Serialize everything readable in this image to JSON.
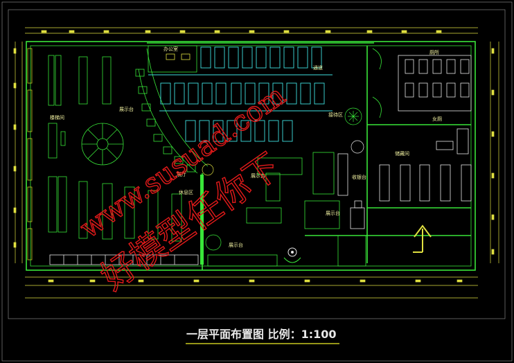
{
  "drawing": {
    "title": "一层平面布置图 比例：1:100",
    "colors": {
      "background": "#000000",
      "wall": "#39e639",
      "furniture_cyan": "#40e0e0",
      "dimension_yellow": "#e0e040",
      "label_text": "#f0f0a0",
      "watermark_red": "#e41a1a",
      "title_underline": "#c8c820"
    }
  },
  "rooms": {
    "stair_label": "楼梯间",
    "display_top": "展示台",
    "office": "办公室",
    "reception": "接待区",
    "restroom_top": "厕所",
    "restroom_bottom": "女厕",
    "storage": "储藏间",
    "cashier": "收银台",
    "display_mid": "展示台",
    "display_right": "展示台",
    "display_bottom": "展示台",
    "shop_left": "展厅",
    "aisle": "通道",
    "lounge": "休息区"
  },
  "watermark": {
    "line1": "www.susuad.com",
    "line2": "好模型任你下"
  },
  "icons": [
    "spiral-stair-icon",
    "plant-icon",
    "entrance-symbol-icon",
    "direction-arrow-icon"
  ]
}
